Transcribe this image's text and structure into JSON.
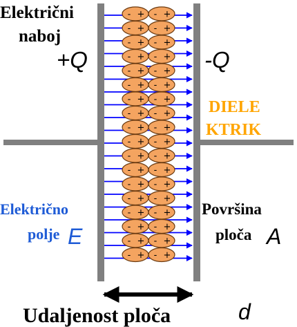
{
  "labels": {
    "charge_caption_line1": "Električni",
    "charge_caption_line2": "naboj",
    "charge_positive": "+Q",
    "charge_negative": "-Q",
    "dielectric_line1": "DIELE",
    "dielectric_line2": "KTRIK",
    "field_line1": "Električno",
    "field_line2": "polje",
    "field_symbol": "E",
    "area_line1": "Površina",
    "area_line2": "ploča",
    "area_symbol": "A",
    "distance_caption": "Udaljenost ploča",
    "distance_symbol": "d"
  },
  "dipole_signs": {
    "minus": "-",
    "plus": "+"
  },
  "colors": {
    "plate": "#808080",
    "field_arrow": "#0000ff",
    "dipole_fill": "#f4a460",
    "dipole_stroke": "#6b3a10",
    "dielectric_text": "#ffa500",
    "field_text": "#1e5bd6",
    "text": "#000000"
  },
  "structure": {
    "field_line_count": 20,
    "dipole_rows": 18,
    "dipole_columns": 2
  }
}
